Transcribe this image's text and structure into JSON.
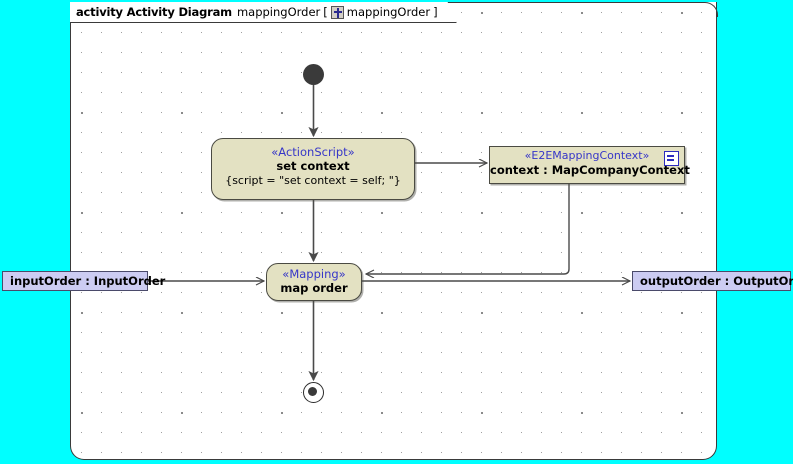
{
  "canvas": {
    "background_color": "#00ffff",
    "frame_background": "#ffffff",
    "grid": "dotted"
  },
  "frame": {
    "keyword": "activity Activity Diagram",
    "name": "mappingOrder",
    "bracket_open": "[",
    "bracket_close": "]",
    "qualifier": "mappingOrder",
    "icon": "activity-diagram-icon"
  },
  "nodes": {
    "initial": {
      "name": "initial-node",
      "shape": "filled-circle",
      "color": "#3a3a3a"
    },
    "set_context": {
      "stereotype": "«ActionScript»",
      "name": "set context",
      "body": "{script = \"set context = self; \"}",
      "fill": "#e3e1c2",
      "stereotype_color": "#3636c8"
    },
    "context_object": {
      "stereotype": "«E2EMappingContext»",
      "name": "context : MapCompanyContext",
      "fill": "#e3e1c2",
      "stereotype_color": "#3636c8",
      "icon": "object-note-icon"
    },
    "map_order": {
      "stereotype": "«Mapping»",
      "name": "map order",
      "fill": "#e3e1c2",
      "stereotype_color": "#3636c8"
    },
    "final": {
      "name": "final-node",
      "shape": "bullseye",
      "color": "#3a3a3a"
    }
  },
  "pins": {
    "input": {
      "label": "inputOrder : InputOrder",
      "fill": "#ccccf2"
    },
    "output": {
      "label": "outputOrder : OutputOrder",
      "fill": "#ccccf2"
    }
  },
  "edges": [
    {
      "name": "initial-to-set-context",
      "from": "initial",
      "to": "set_context"
    },
    {
      "name": "set-context-to-context-object",
      "from": "set_context",
      "to": "context_object"
    },
    {
      "name": "set-context-to-map-order",
      "from": "set_context",
      "to": "map_order"
    },
    {
      "name": "context-object-to-map-order",
      "from": "context_object",
      "to": "map_order"
    },
    {
      "name": "input-pin-to-map-order",
      "from": "input_pin",
      "to": "map_order"
    },
    {
      "name": "map-order-to-output-pin",
      "from": "map_order",
      "to": "output_pin"
    },
    {
      "name": "map-order-to-final",
      "from": "map_order",
      "to": "final"
    }
  ]
}
